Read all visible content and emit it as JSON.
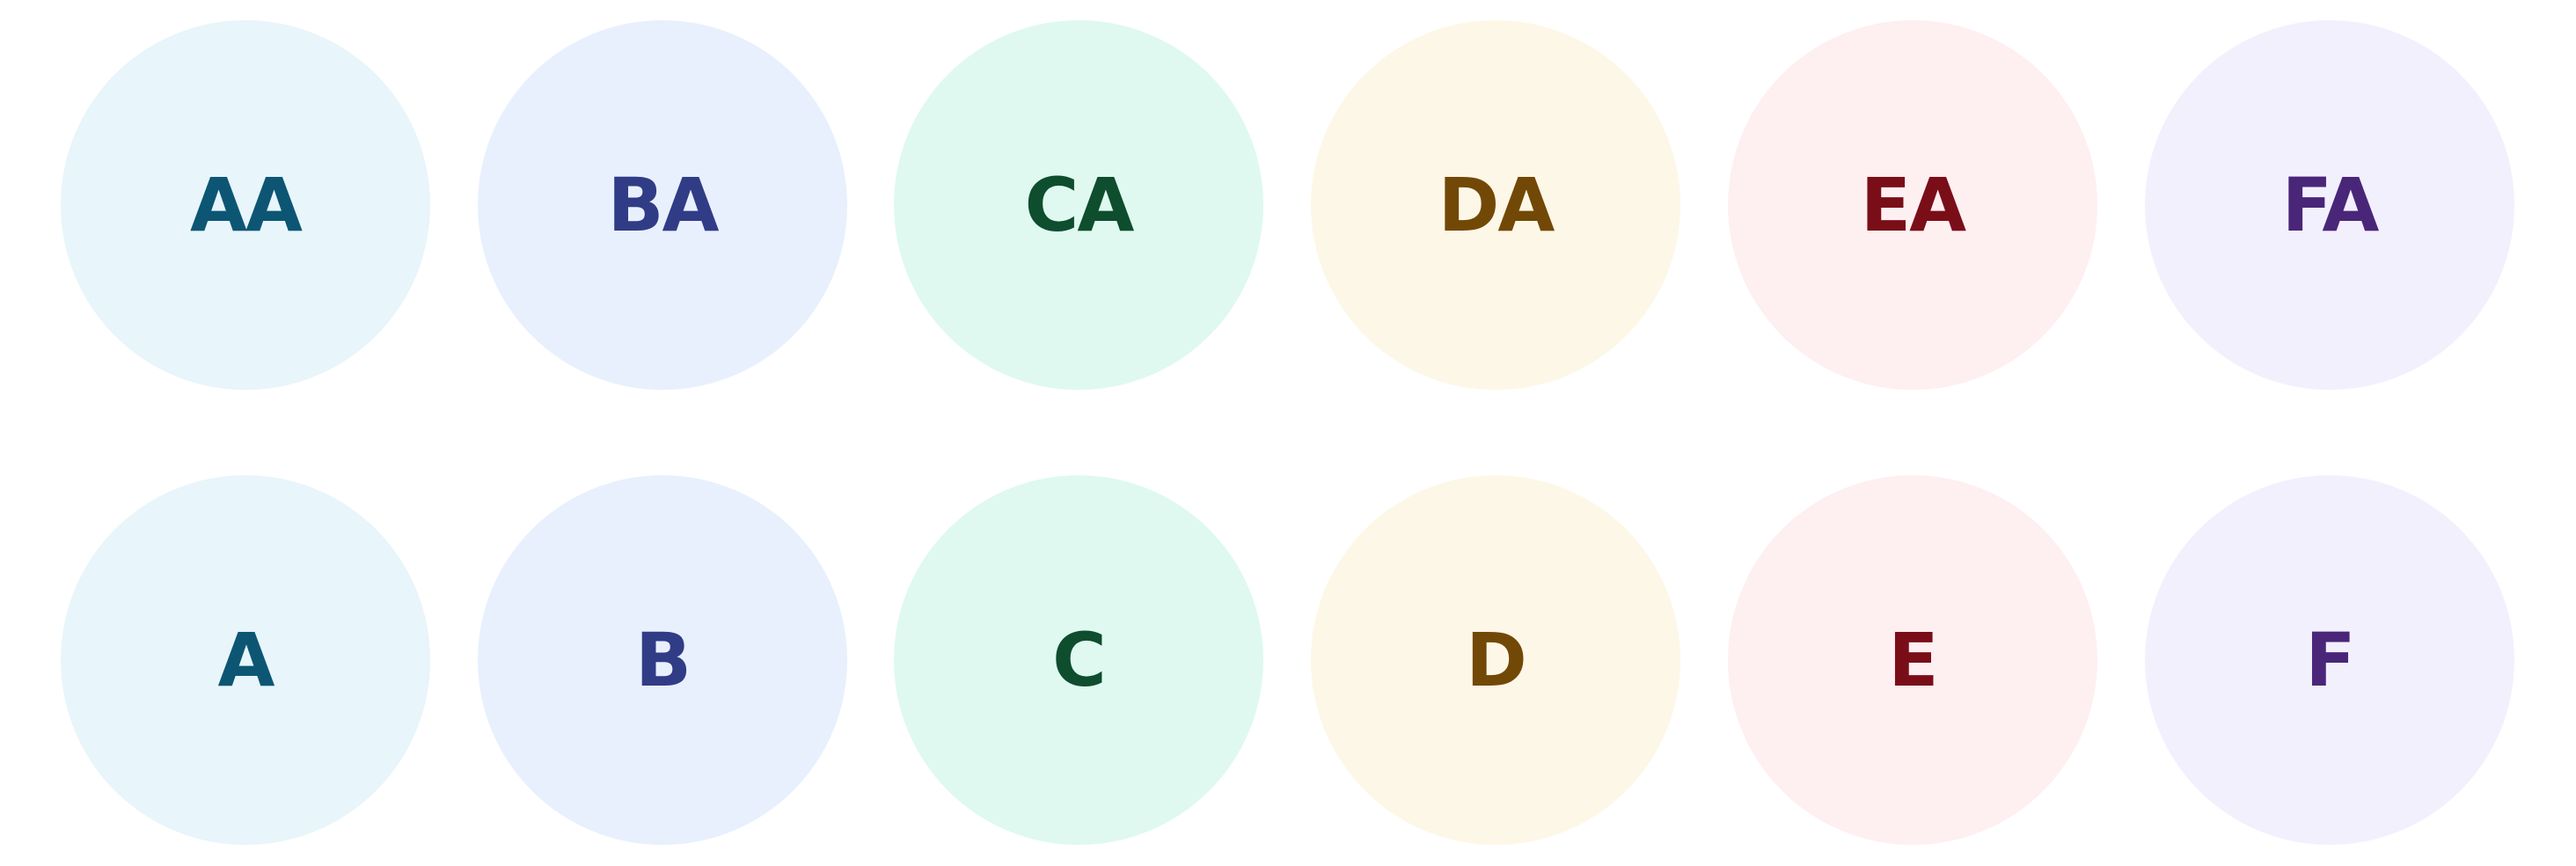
{
  "avatars": {
    "top": [
      {
        "initials": "AA",
        "bg": "#E8F5FA",
        "fg": "#0C5674"
      },
      {
        "initials": "BA",
        "bg": "#E8F0FD",
        "fg": "#313C86"
      },
      {
        "initials": "CA",
        "bg": "#DFF9F0",
        "fg": "#0E4D2E"
      },
      {
        "initials": "DA",
        "bg": "#FDF7E7",
        "fg": "#724806"
      },
      {
        "initials": "EA",
        "bg": "#FEEFF1",
        "fg": "#7A0E18"
      },
      {
        "initials": "FA",
        "bg": "#F3F0FD",
        "fg": "#4A2679"
      }
    ],
    "bottom": [
      {
        "initials": "A",
        "bg": "#E8F5FA",
        "fg": "#0C5674"
      },
      {
        "initials": "B",
        "bg": "#E8F0FD",
        "fg": "#313C86"
      },
      {
        "initials": "C",
        "bg": "#DFF9F0",
        "fg": "#0E4D2E"
      },
      {
        "initials": "D",
        "bg": "#FDF7E7",
        "fg": "#724806"
      },
      {
        "initials": "E",
        "bg": "#FEEFF1",
        "fg": "#7A0E18"
      },
      {
        "initials": "F",
        "bg": "#F3F0FD",
        "fg": "#4A2679"
      }
    ]
  }
}
